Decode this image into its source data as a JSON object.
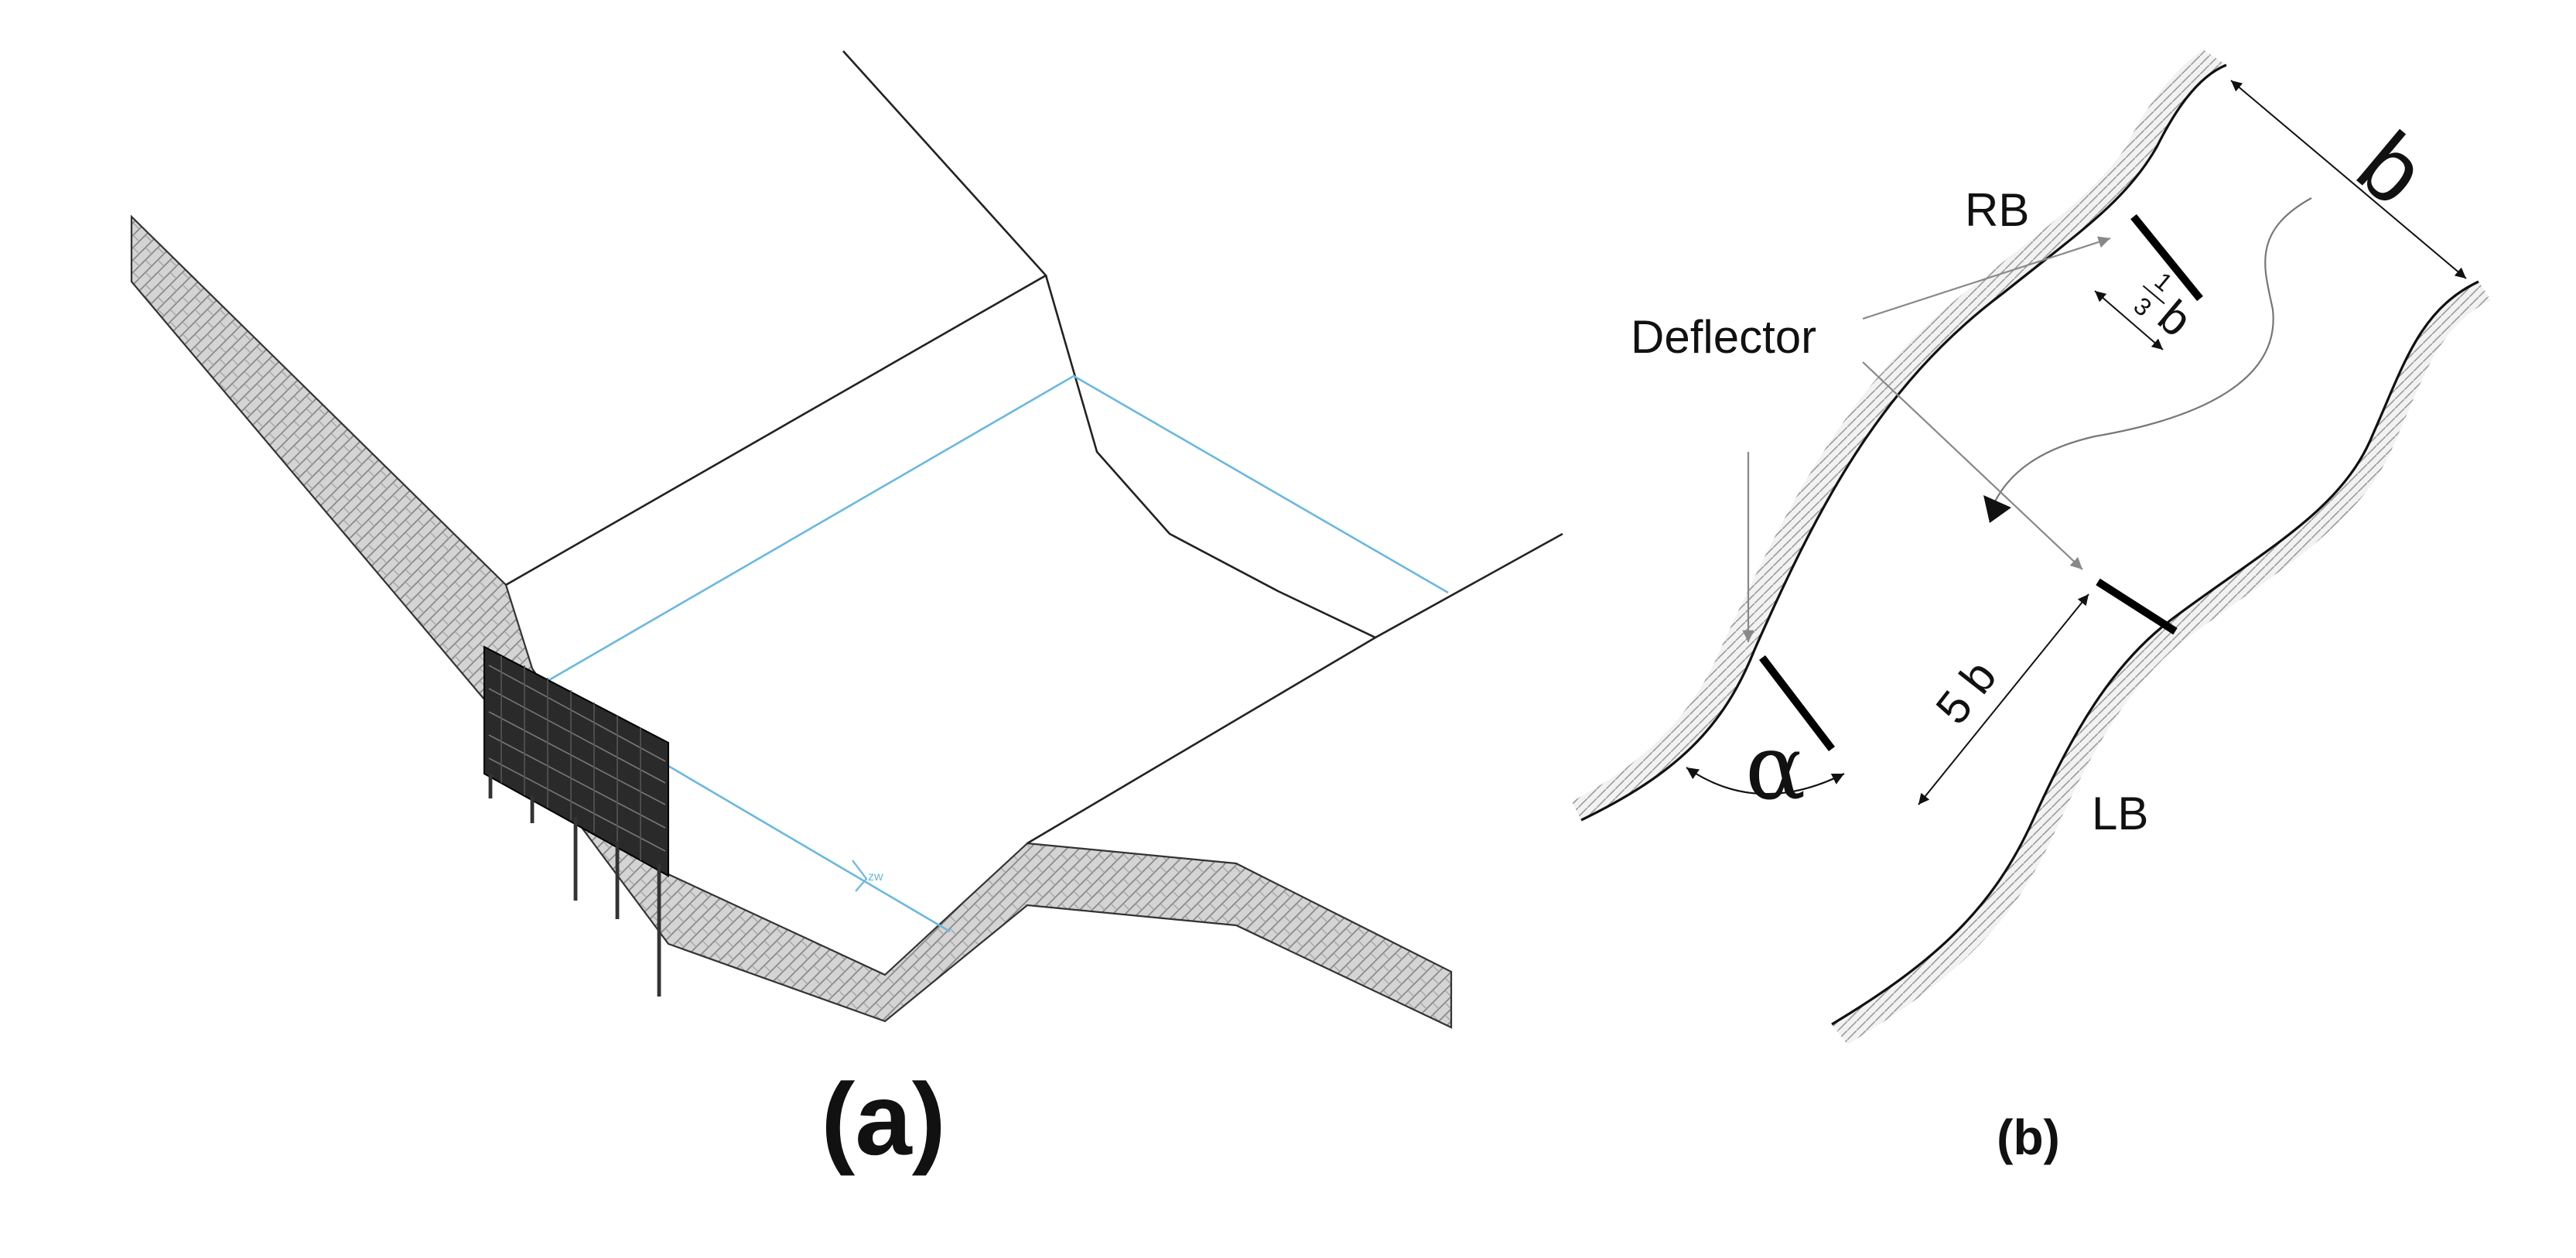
{
  "panels": {
    "a": {
      "caption": "(a)",
      "water_mark": "zw"
    },
    "b": {
      "caption": "(b)",
      "right_bank": "RB",
      "left_bank": "LB",
      "deflector": "Deflector",
      "width_label": "b",
      "spacing_label": "5 b",
      "length_numerator": "1",
      "length_denominator": "3",
      "length_symbol": "b",
      "angle_label": "α"
    }
  },
  "colors": {
    "line": "#222222",
    "water": "#6ab8e0",
    "soil_fill": "#bcbcbc",
    "leader": "#888888",
    "deflector": "#000000"
  }
}
